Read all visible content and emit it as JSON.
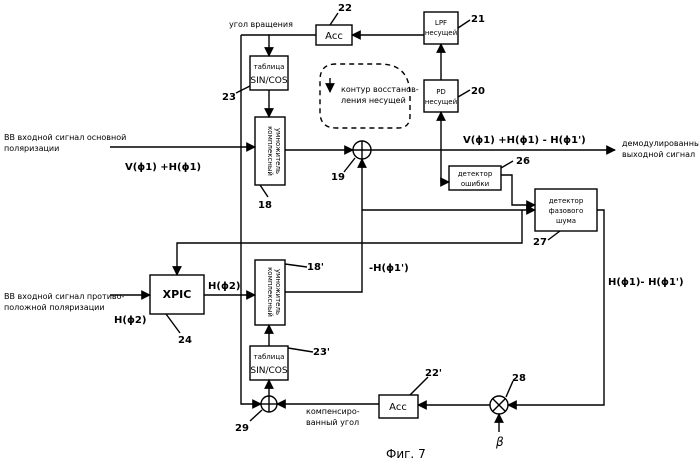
{
  "figure": {
    "caption": "Фиг. 7"
  },
  "blocks": {
    "acc_top": "Acc",
    "lpf": [
      "LPF",
      "несущей"
    ],
    "pd": [
      "PD",
      "несущей"
    ],
    "table_top": [
      "таблица",
      "SIN/COS"
    ],
    "multiplier_top": [
      "комплексный",
      "умножитель"
    ],
    "error_detector": [
      "детектор",
      "ошибки"
    ],
    "phase_noise_detector": [
      "детектор",
      "фазового",
      "шума"
    ],
    "xpic": "XPIC",
    "multiplier_bottom": [
      "комплексный",
      "умножитель"
    ],
    "table_bottom": [
      "таблица",
      "SIN/COS"
    ],
    "acc_bottom": "Acc"
  },
  "numbers": {
    "n22": "22",
    "n21": "21",
    "n20": "20",
    "n23": "23",
    "n18": "18",
    "n19": "19",
    "n26": "26",
    "n27": "27",
    "n24": "24",
    "n18p": "18'",
    "n23p": "23'",
    "n22p": "22'",
    "n28": "28",
    "n29": "29"
  },
  "labels": {
    "rotation_angle": "угол вращения",
    "carrier_loop": [
      "контур восстанов-",
      "ления несущей"
    ],
    "main_input": [
      "BB входной сигнал основной",
      "поляризации"
    ],
    "main_input_expr": "V(ϕ1) +H(ϕ1)",
    "output_expr": "V(ϕ1) +H(ϕ1) - H(ϕ1')",
    "output_label": [
      "демодулированный",
      "выходной сигнал"
    ],
    "opposite_input": [
      "BB входной сигнал противо-",
      "положной поляризации"
    ],
    "opposite_input_expr": "H(ϕ2)",
    "xpic_out_expr": "H(ϕ2)",
    "minus_expr": "-H(ϕ1')",
    "right_diff_expr": "H(ϕ1)- H(ϕ1')",
    "comp_angle": [
      "компенсиро-",
      "ванный угол"
    ],
    "beta": "β"
  },
  "symbols": {
    "plus": "+",
    "times": "×"
  }
}
